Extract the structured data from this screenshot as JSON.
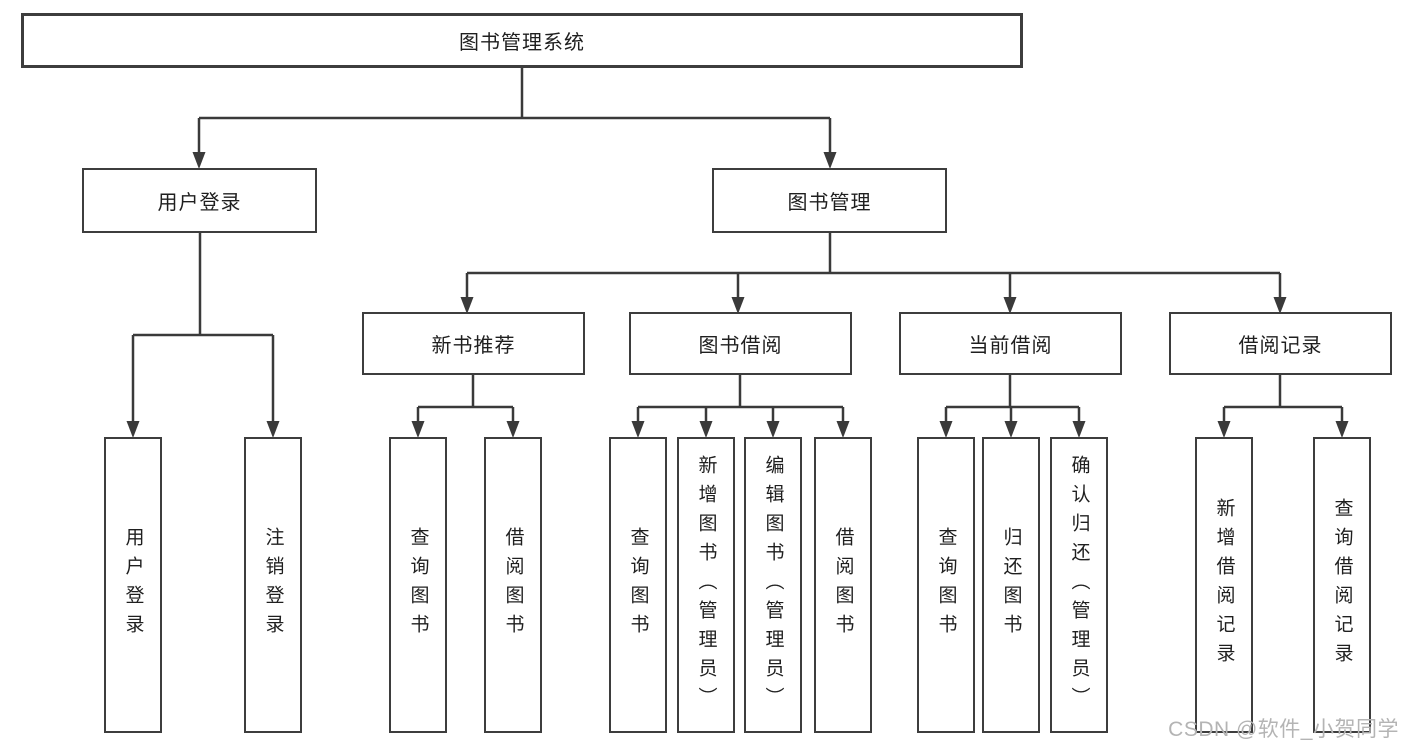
{
  "diagram": {
    "type": "tree-structure-chart",
    "root": {
      "label": "图书管理系统",
      "children": [
        {
          "label": "用户登录",
          "children": [
            {
              "label": "用户登录"
            },
            {
              "label": "注销登录"
            }
          ]
        },
        {
          "label": "图书管理",
          "children": [
            {
              "label": "新书推荐",
              "children": [
                {
                  "label": "查询图书"
                },
                {
                  "label": "借阅图书"
                }
              ]
            },
            {
              "label": "图书借阅",
              "children": [
                {
                  "label": "查询图书"
                },
                {
                  "label": "新增图书（管理员）"
                },
                {
                  "label": "编辑图书（管理员）"
                },
                {
                  "label": "借阅图书"
                }
              ]
            },
            {
              "label": "当前借阅",
              "children": [
                {
                  "label": "查询图书"
                },
                {
                  "label": "归还图书"
                },
                {
                  "label": "确认归还（管理员）"
                }
              ]
            },
            {
              "label": "借阅记录",
              "children": [
                {
                  "label": "新增借阅记录"
                },
                {
                  "label": "查询借阅记录"
                }
              ]
            }
          ]
        }
      ]
    }
  },
  "watermark": {
    "text": "CSDN @软件_小贺同学"
  },
  "colors": {
    "line": "#3a3a3a",
    "box_border": "#3d3d3d",
    "box_background": "#ffffff",
    "text": "#1f1f1f",
    "watermark": "#b4b4b4",
    "page_background": "#ffffff"
  }
}
